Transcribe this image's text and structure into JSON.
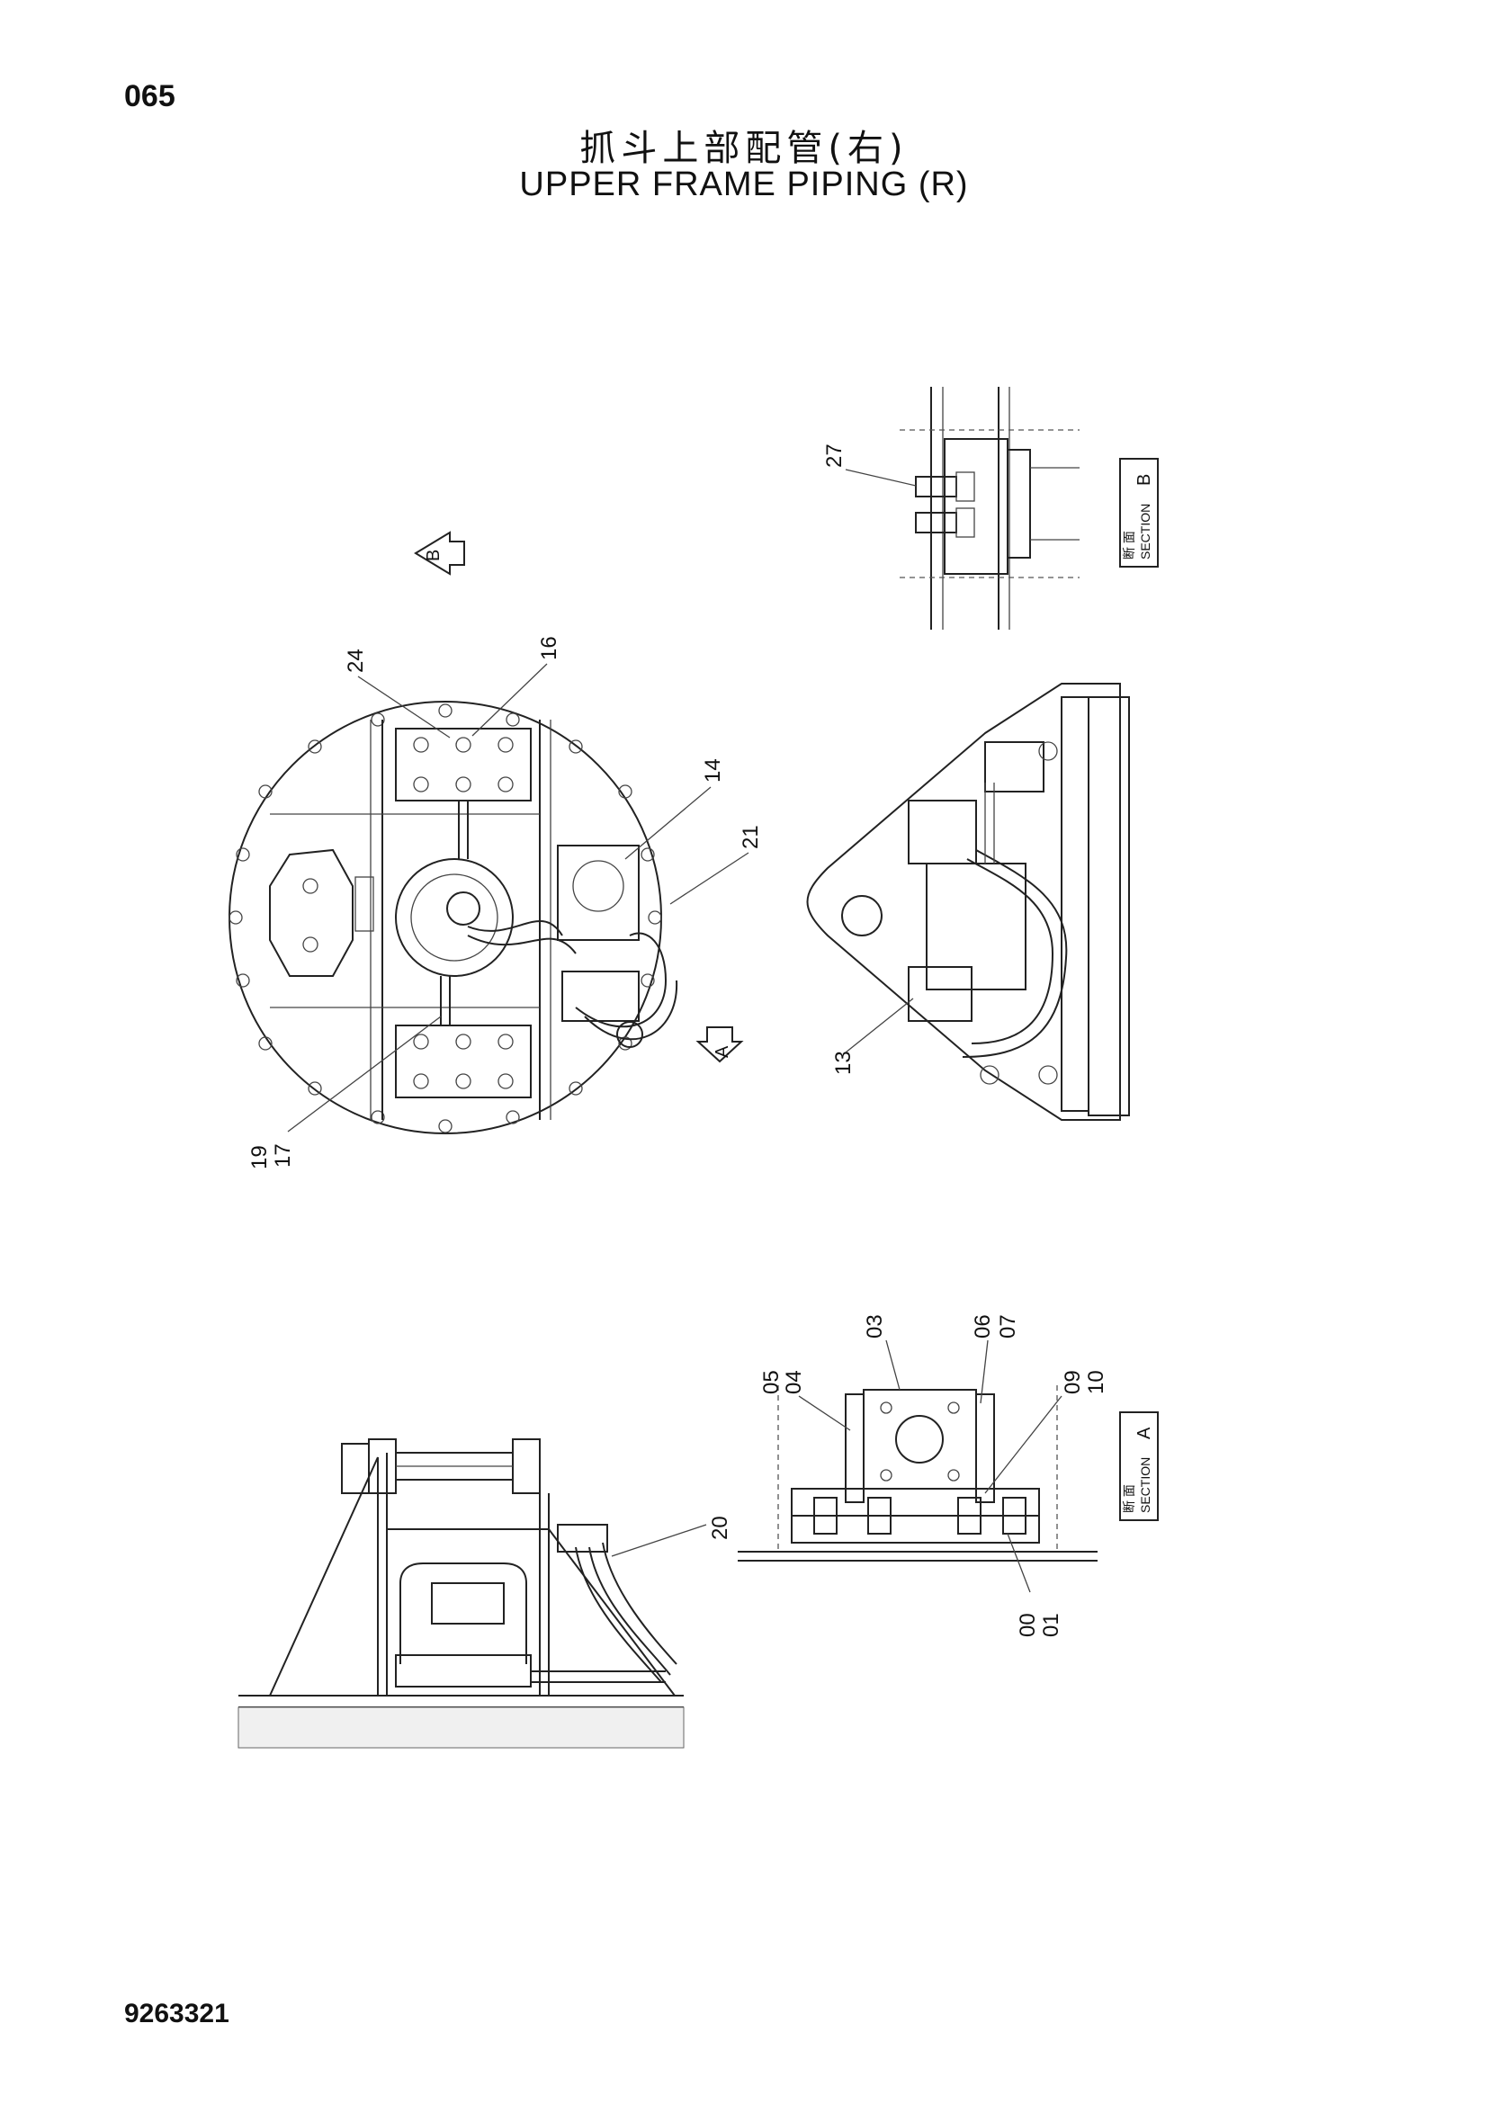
{
  "page_number": "065",
  "title_cn": "抓斗上部配管(右)",
  "title_en": "UPPER FRAME PIPING (R)",
  "document_number": "9263321",
  "view_markers": {
    "b": "B",
    "a": "A"
  },
  "section_boxes": {
    "b": {
      "cn": "断 面",
      "en": "SECTION",
      "letter": "B"
    },
    "a": {
      "cn": "断 面",
      "en": "SECTION",
      "letter": "A"
    }
  },
  "part_labels": {
    "p27": "27",
    "p24": "24",
    "p16": "16",
    "p14": "14",
    "p21": "21",
    "p13": "13",
    "p19": "19",
    "p17": "17",
    "p03": "03",
    "p05": "05",
    "p04": "04",
    "p06": "06",
    "p07": "07",
    "p09": "09",
    "p10": "10",
    "p20": "20",
    "p00": "00",
    "p01": "01"
  }
}
